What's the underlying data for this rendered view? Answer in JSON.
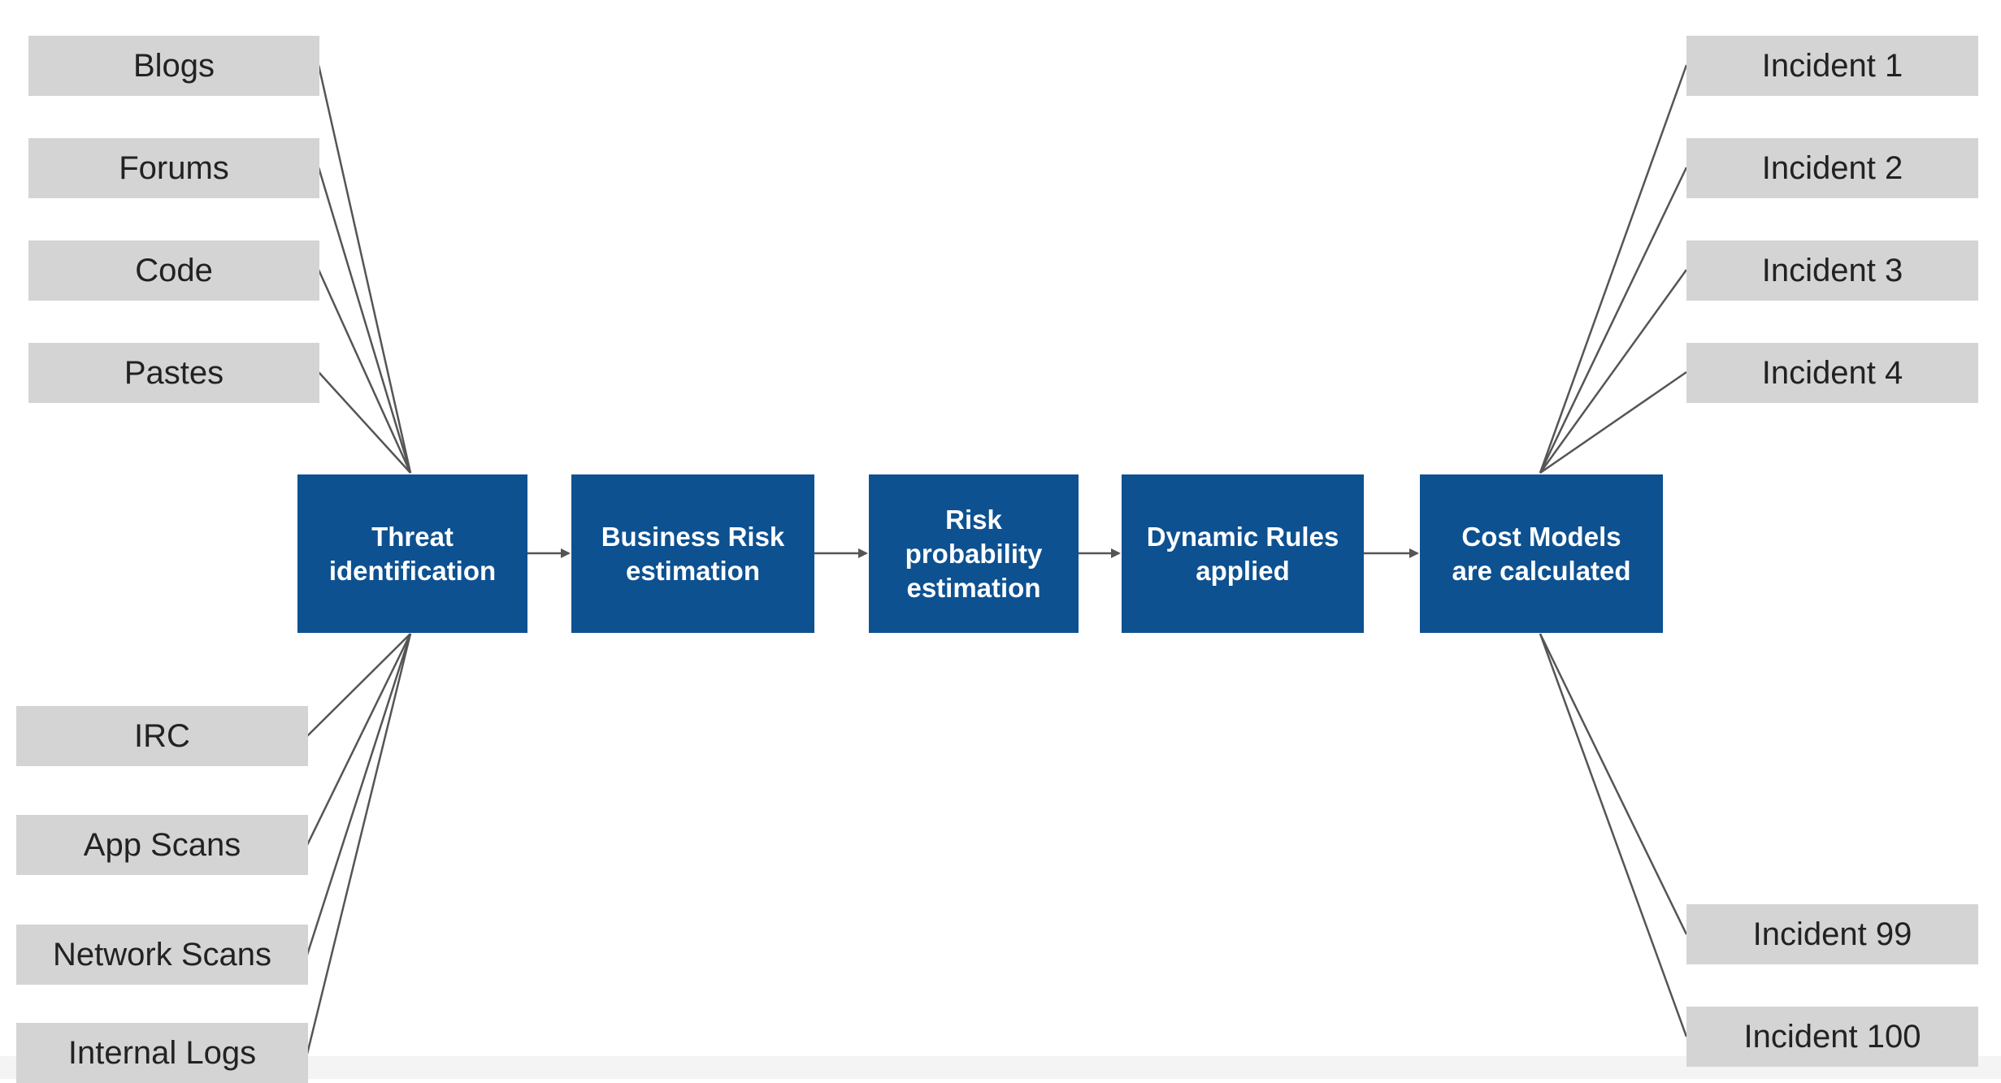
{
  "colors": {
    "source_box": "#d4d4d4",
    "step_box": "#0d5191",
    "connector": "#555555"
  },
  "sources_top": [
    {
      "label": "Blogs"
    },
    {
      "label": "Forums"
    },
    {
      "label": "Code"
    },
    {
      "label": "Pastes"
    }
  ],
  "sources_bottom": [
    {
      "label": "IRC"
    },
    {
      "label": "App Scans"
    },
    {
      "label": "Network Scans"
    },
    {
      "label": "Internal Logs"
    }
  ],
  "steps": [
    {
      "lines": [
        "Threat",
        "identification"
      ]
    },
    {
      "lines": [
        "Business Risk",
        "estimation"
      ]
    },
    {
      "lines": [
        "Risk",
        "probability",
        "estimation"
      ]
    },
    {
      "lines": [
        "Dynamic Rules",
        "applied"
      ]
    },
    {
      "lines": [
        "Cost Models",
        "are calculated"
      ]
    }
  ],
  "incidents_top": [
    {
      "label": "Incident 1"
    },
    {
      "label": "Incident 2"
    },
    {
      "label": "Incident 3"
    },
    {
      "label": "Incident 4"
    }
  ],
  "incidents_bottom": [
    {
      "label": "Incident 99"
    },
    {
      "label": "Incident 100"
    }
  ]
}
